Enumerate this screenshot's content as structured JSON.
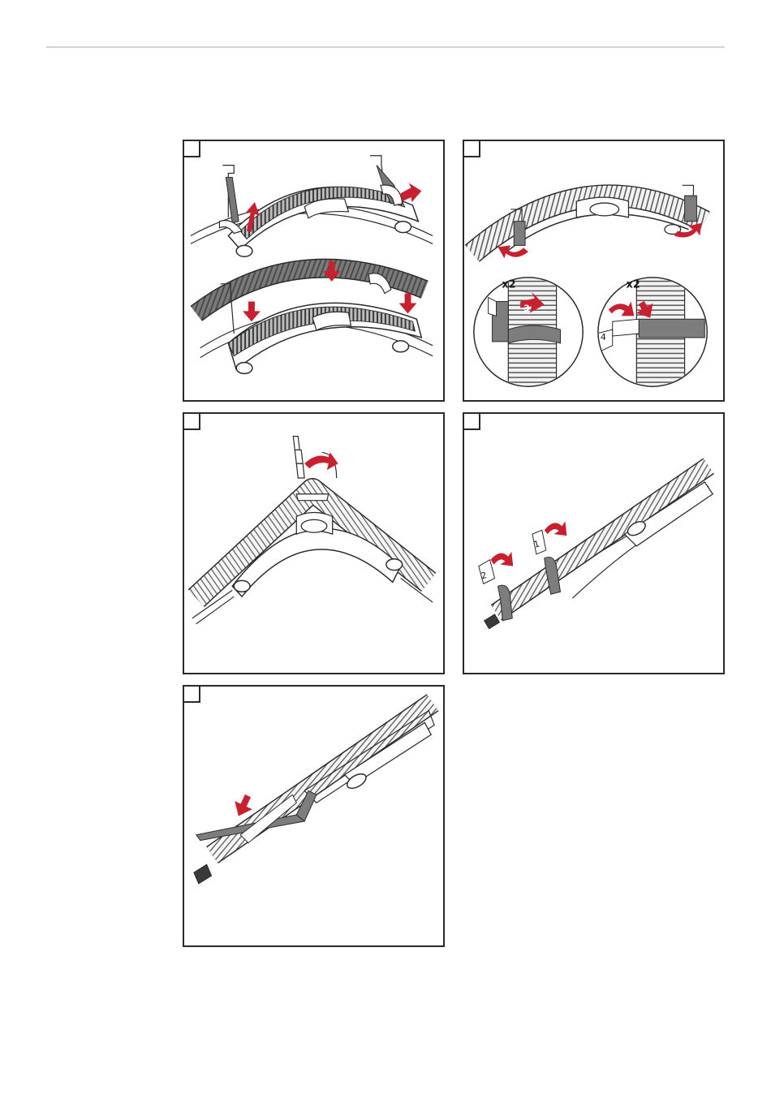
{
  "colors": {
    "accent": "#c8202f",
    "line": "#2a2a2a",
    "hose": "#6f6f6f",
    "strap": "#7d7d7d"
  },
  "panels": [
    {
      "id": "step-1",
      "callouts": []
    },
    {
      "id": "step-2",
      "callouts": [
        "x2",
        "x2"
      ],
      "markers": [
        "3",
        "4"
      ]
    },
    {
      "id": "step-3",
      "callouts": []
    },
    {
      "id": "step-4",
      "markers": [
        "1",
        "2"
      ]
    },
    {
      "id": "step-5",
      "callouts": []
    }
  ]
}
